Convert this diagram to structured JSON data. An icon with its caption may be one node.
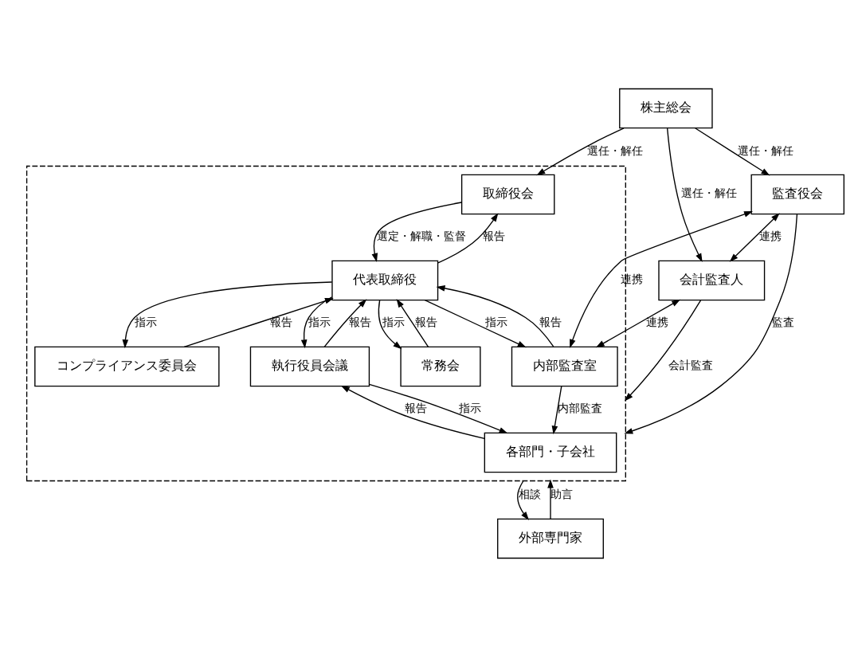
{
  "diagram": {
    "nodes": [
      {
        "text": [
          "株主総会"
        ]
      },
      {
        "text": [],
        "shape": "box"
      },
      {
        "text": [
          "取締役会"
        ],
        "in": 1
      },
      {
        "text": [
          "代表取締役"
        ],
        "in": 1
      },
      {
        "text": [
          "常務会"
        ],
        "in": 1
      },
      {
        "text": [
          "コンプライアンス委員会"
        ],
        "in": 1
      },
      {
        "text": [
          "執行役員会議"
        ],
        "in": 1
      },
      {
        "text": [
          "内部監査室"
        ],
        "in": 1
      },
      {
        "text": [
          "各部門・子会社"
        ],
        "in": 1
      },
      {
        "text": [
          "監査役会"
        ]
      },
      {
        "text": [
          "会計監査人"
        ]
      },
      {
        "text": [
          "外部専門家"
        ]
      }
    ],
    "edges": [
      {
        "from": 0,
        "to": 2,
        "arrow": "to",
        "label": "選任・解任"
      },
      {
        "from": 0,
        "to": 9,
        "arrow": "to",
        "label": "選任・解任"
      },
      {
        "from": 0,
        "to": 10,
        "arrow": "to",
        "label": "選任・解任"
      },
      {
        "from": 3,
        "to": 2,
        "arrow": "to",
        "label": "報告"
      },
      {
        "from": 2,
        "to": 3,
        "arrow": "to",
        "label": "選定・解職・監督"
      },
      {
        "from": 7,
        "to": 3,
        "arrow": "to",
        "label": "報告"
      },
      {
        "from": 3,
        "to": 7,
        "arrow": "to",
        "label": "指示"
      },
      {
        "from": 3,
        "to": 4,
        "arrow": "to",
        "label": "指示"
      },
      {
        "from": 4,
        "to": 3,
        "arrow": "to",
        "label": "報告"
      },
      {
        "from": 3,
        "to": 5,
        "arrow": "to",
        "label": "指示"
      },
      {
        "from": 5,
        "to": 3,
        "arrow": "to",
        "label": "報告"
      },
      {
        "from": 6,
        "to": 3,
        "arrow": "to",
        "label": "報告"
      },
      {
        "from": 3,
        "to": 6,
        "arrow": "to",
        "label": "指示"
      },
      {
        "from": 8,
        "to": 6,
        "arrow": "to",
        "label": "報告"
      },
      {
        "from": 6,
        "to": 8,
        "arrow": "to",
        "label": "指示"
      },
      {
        "from": 7,
        "to": 8,
        "arrow": "to",
        "label": "内部監査"
      },
      {
        "from": 9,
        "to": 1,
        "arrow": "to",
        "label": "監査"
      },
      {
        "from": 9,
        "to": 7,
        "arrow": "both",
        "label": "連携"
      },
      {
        "from": 9,
        "to": 10,
        "arrow": "both",
        "label": "連携"
      },
      {
        "from": 10,
        "to": 1,
        "arrow": "to",
        "label": "会計監査"
      },
      {
        "from": 10,
        "to": 7,
        "arrow": "both",
        "label": "連携"
      },
      {
        "from": 1,
        "to": 11,
        "arrow": "to",
        "label": "相談"
      },
      {
        "from": 11,
        "to": 1,
        "arrow": "to",
        "label": "助言"
      }
    ]
  }
}
